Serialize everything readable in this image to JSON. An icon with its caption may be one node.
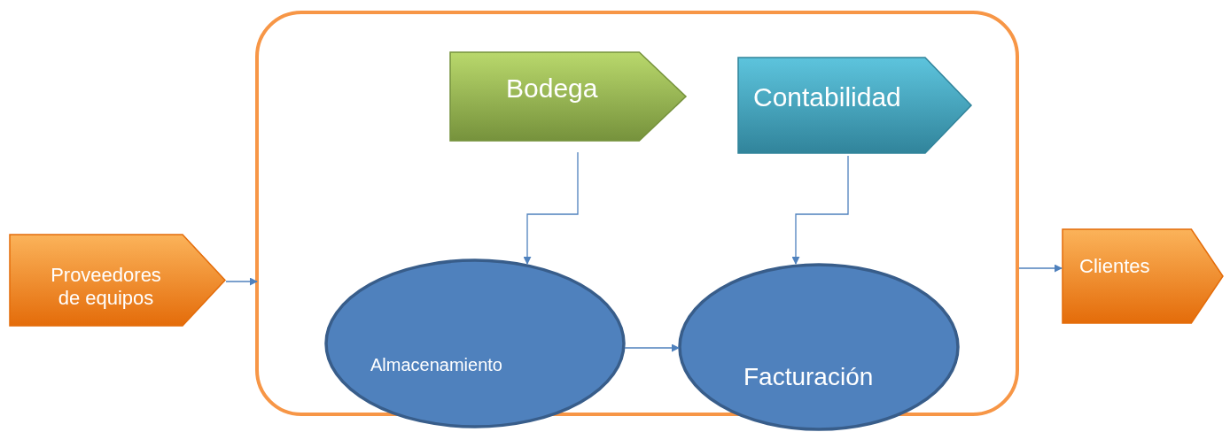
{
  "diagram": {
    "nodes": [
      {
        "text": [],
        "shape": "box"
      },
      {
        "text": [
          "Proveedores de equipos"
        ]
      },
      {
        "text": [
          "Bodega"
        ],
        "in": 0
      },
      {
        "text": [
          "Contabilidad"
        ],
        "in": 0
      },
      {
        "text": [
          "Almacenamiento"
        ]
      },
      {
        "text": [
          "Facturación"
        ]
      },
      {
        "text": [
          "Clientes"
        ]
      }
    ],
    "edges": [
      {
        "from": 1,
        "to": 0,
        "arrow": "to"
      },
      {
        "from": 2,
        "to": 4,
        "arrow": "to"
      },
      {
        "from": 3,
        "to": 5,
        "arrow": "to"
      },
      {
        "from": 4,
        "to": 5,
        "arrow": "to"
      },
      {
        "from": 0,
        "to": 6,
        "arrow": "to"
      }
    ]
  }
}
